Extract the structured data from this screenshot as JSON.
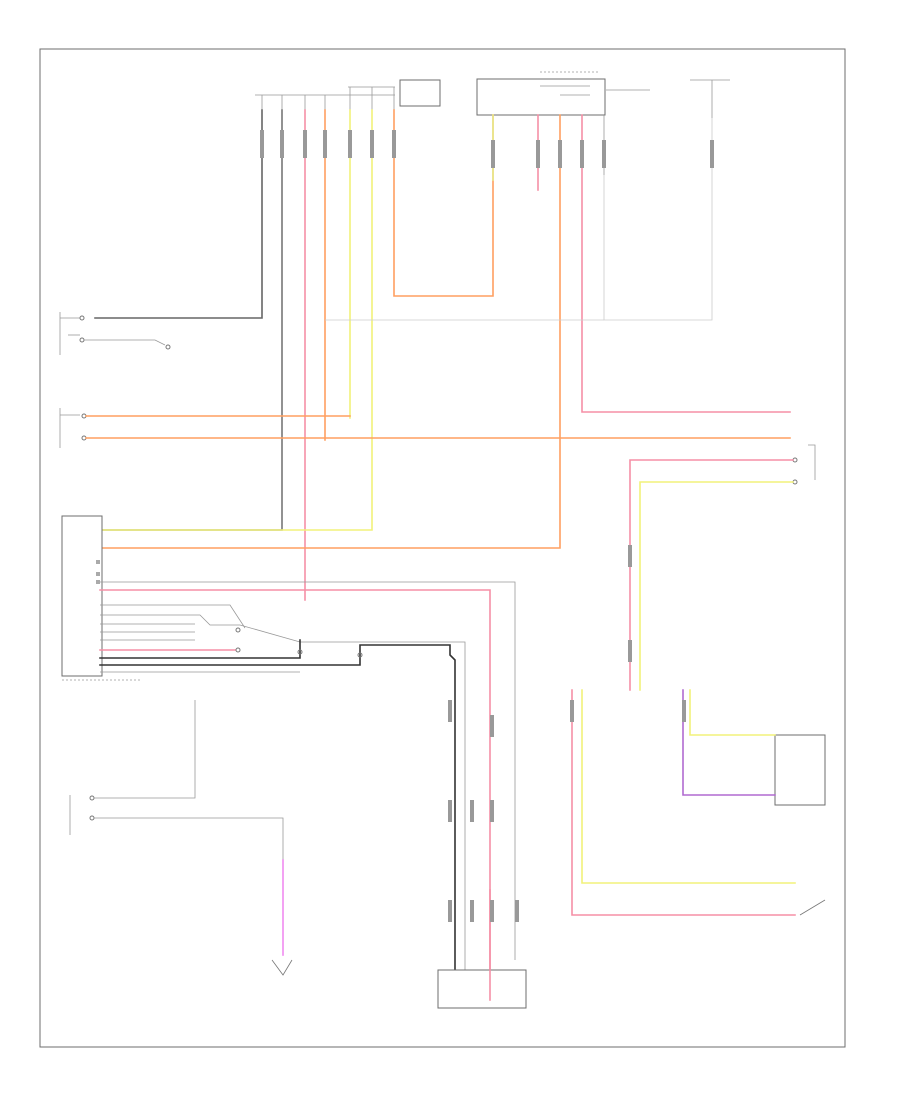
{
  "diagram": {
    "page_code": "",
    "components": [
      {
        "id": "top-connector-left",
        "label": ""
      },
      {
        "id": "top-ecu-a",
        "label": ""
      },
      {
        "id": "top-ecu-b",
        "label": ""
      },
      {
        "id": "top-right-ground",
        "label": ""
      },
      {
        "id": "left-switch",
        "label": ""
      },
      {
        "id": "right-door-switch",
        "label": ""
      },
      {
        "id": "right-lamp",
        "label": ""
      },
      {
        "id": "main-body-ecu",
        "label": ""
      },
      {
        "id": "center-relay",
        "label": ""
      },
      {
        "id": "left-door-switch",
        "label": ""
      },
      {
        "id": "bottom-switch",
        "label": ""
      },
      {
        "id": "rear-connector",
        "label": ""
      },
      {
        "id": "right-motor",
        "label": ""
      },
      {
        "id": "right-sensor",
        "label": ""
      }
    ],
    "wire_colors": {
      "orange": "#ff9f60",
      "pink": "#f58fa6",
      "yellow": "#f2f27a",
      "gray": "#666666",
      "dark": "#222222",
      "green": "#9edc7a",
      "purple": "#b06ad0",
      "magenta": "#f08af0",
      "light_gray": "#c9c9c9"
    }
  }
}
